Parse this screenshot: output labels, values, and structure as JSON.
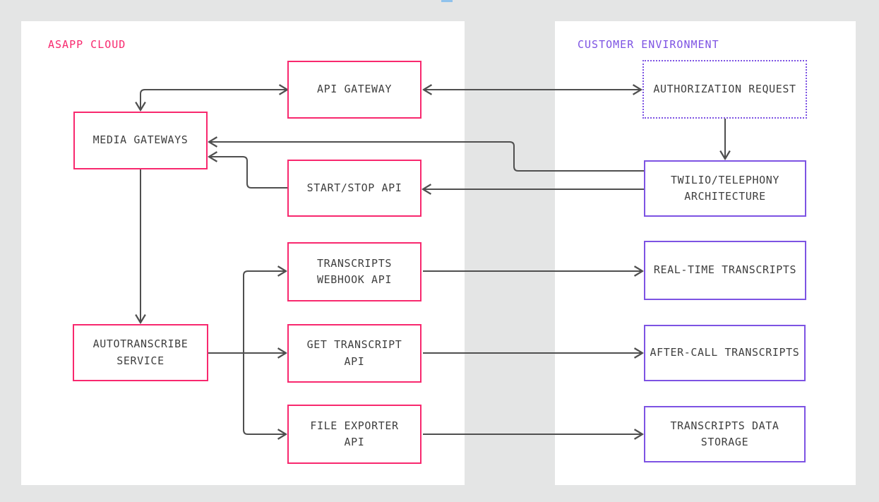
{
  "colors": {
    "background": "#e4e5e5",
    "panel": "#ffffff",
    "asapp_pink": "#f8286e",
    "customer_purple": "#7d53e3",
    "connector_gray": "#4f4f4f",
    "box_text": "#3f3f3f",
    "top_fragment_blue": "#90c2ec"
  },
  "regions": [
    {
      "id": "asapp-cloud",
      "label": "ASAPP CLOUD"
    },
    {
      "id": "customer-environment",
      "label": "CUSTOMER ENVIRONMENT"
    }
  ],
  "nodes": [
    {
      "id": "api-gateway",
      "label": "API GATEWAY",
      "region": "asapp-cloud",
      "border": "solid-pink"
    },
    {
      "id": "media-gateways",
      "label": "MEDIA GATEWAYS",
      "region": "asapp-cloud",
      "border": "solid-pink"
    },
    {
      "id": "start-stop-api",
      "label": "START/STOP API",
      "region": "asapp-cloud",
      "border": "solid-pink"
    },
    {
      "id": "transcripts-webhook-api",
      "label": "TRANSCRIPTS\nWEBHOOK API",
      "region": "asapp-cloud",
      "border": "solid-pink"
    },
    {
      "id": "autotranscribe-service",
      "label": "AUTOTRANSCRIBE\nSERVICE",
      "region": "asapp-cloud",
      "border": "solid-pink"
    },
    {
      "id": "get-transcript-api",
      "label": "GET TRANSCRIPT\nAPI",
      "region": "asapp-cloud",
      "border": "solid-pink"
    },
    {
      "id": "file-exporter-api",
      "label": "FILE EXPORTER\nAPI",
      "region": "asapp-cloud",
      "border": "solid-pink"
    },
    {
      "id": "authorization-request",
      "label": "AUTHORIZATION REQUEST",
      "region": "customer-environment",
      "border": "dotted-purple"
    },
    {
      "id": "twilio-telephony",
      "label": "TWILIO/TELEPHONY\nARCHITECTURE",
      "region": "customer-environment",
      "border": "solid-purple"
    },
    {
      "id": "real-time-transcripts",
      "label": "REAL-TIME TRANSCRIPTS",
      "region": "customer-environment",
      "border": "solid-purple"
    },
    {
      "id": "after-call-transcripts",
      "label": "AFTER-CALL TRANSCRIPTS",
      "region": "customer-environment",
      "border": "solid-purple"
    },
    {
      "id": "transcripts-data-storage",
      "label": "TRANSCRIPTS DATA\nSTORAGE",
      "region": "customer-environment",
      "border": "solid-purple"
    }
  ],
  "edges": [
    {
      "from": "media-gateways",
      "to": "api-gateway",
      "direction": "both"
    },
    {
      "from": "api-gateway",
      "to": "authorization-request",
      "direction": "both"
    },
    {
      "from": "authorization-request",
      "to": "twilio-telephony",
      "direction": "forward"
    },
    {
      "from": "twilio-telephony",
      "to": "media-gateways",
      "direction": "forward"
    },
    {
      "from": "twilio-telephony",
      "to": "start-stop-api",
      "direction": "forward"
    },
    {
      "from": "start-stop-api",
      "to": "media-gateways",
      "direction": "forward"
    },
    {
      "from": "media-gateways",
      "to": "autotranscribe-service",
      "direction": "forward"
    },
    {
      "from": "autotranscribe-service",
      "to": "transcripts-webhook-api",
      "direction": "forward"
    },
    {
      "from": "autotranscribe-service",
      "to": "get-transcript-api",
      "direction": "forward"
    },
    {
      "from": "autotranscribe-service",
      "to": "file-exporter-api",
      "direction": "forward"
    },
    {
      "from": "transcripts-webhook-api",
      "to": "real-time-transcripts",
      "direction": "forward"
    },
    {
      "from": "get-transcript-api",
      "to": "after-call-transcripts",
      "direction": "forward"
    },
    {
      "from": "file-exporter-api",
      "to": "transcripts-data-storage",
      "direction": "forward"
    }
  ]
}
